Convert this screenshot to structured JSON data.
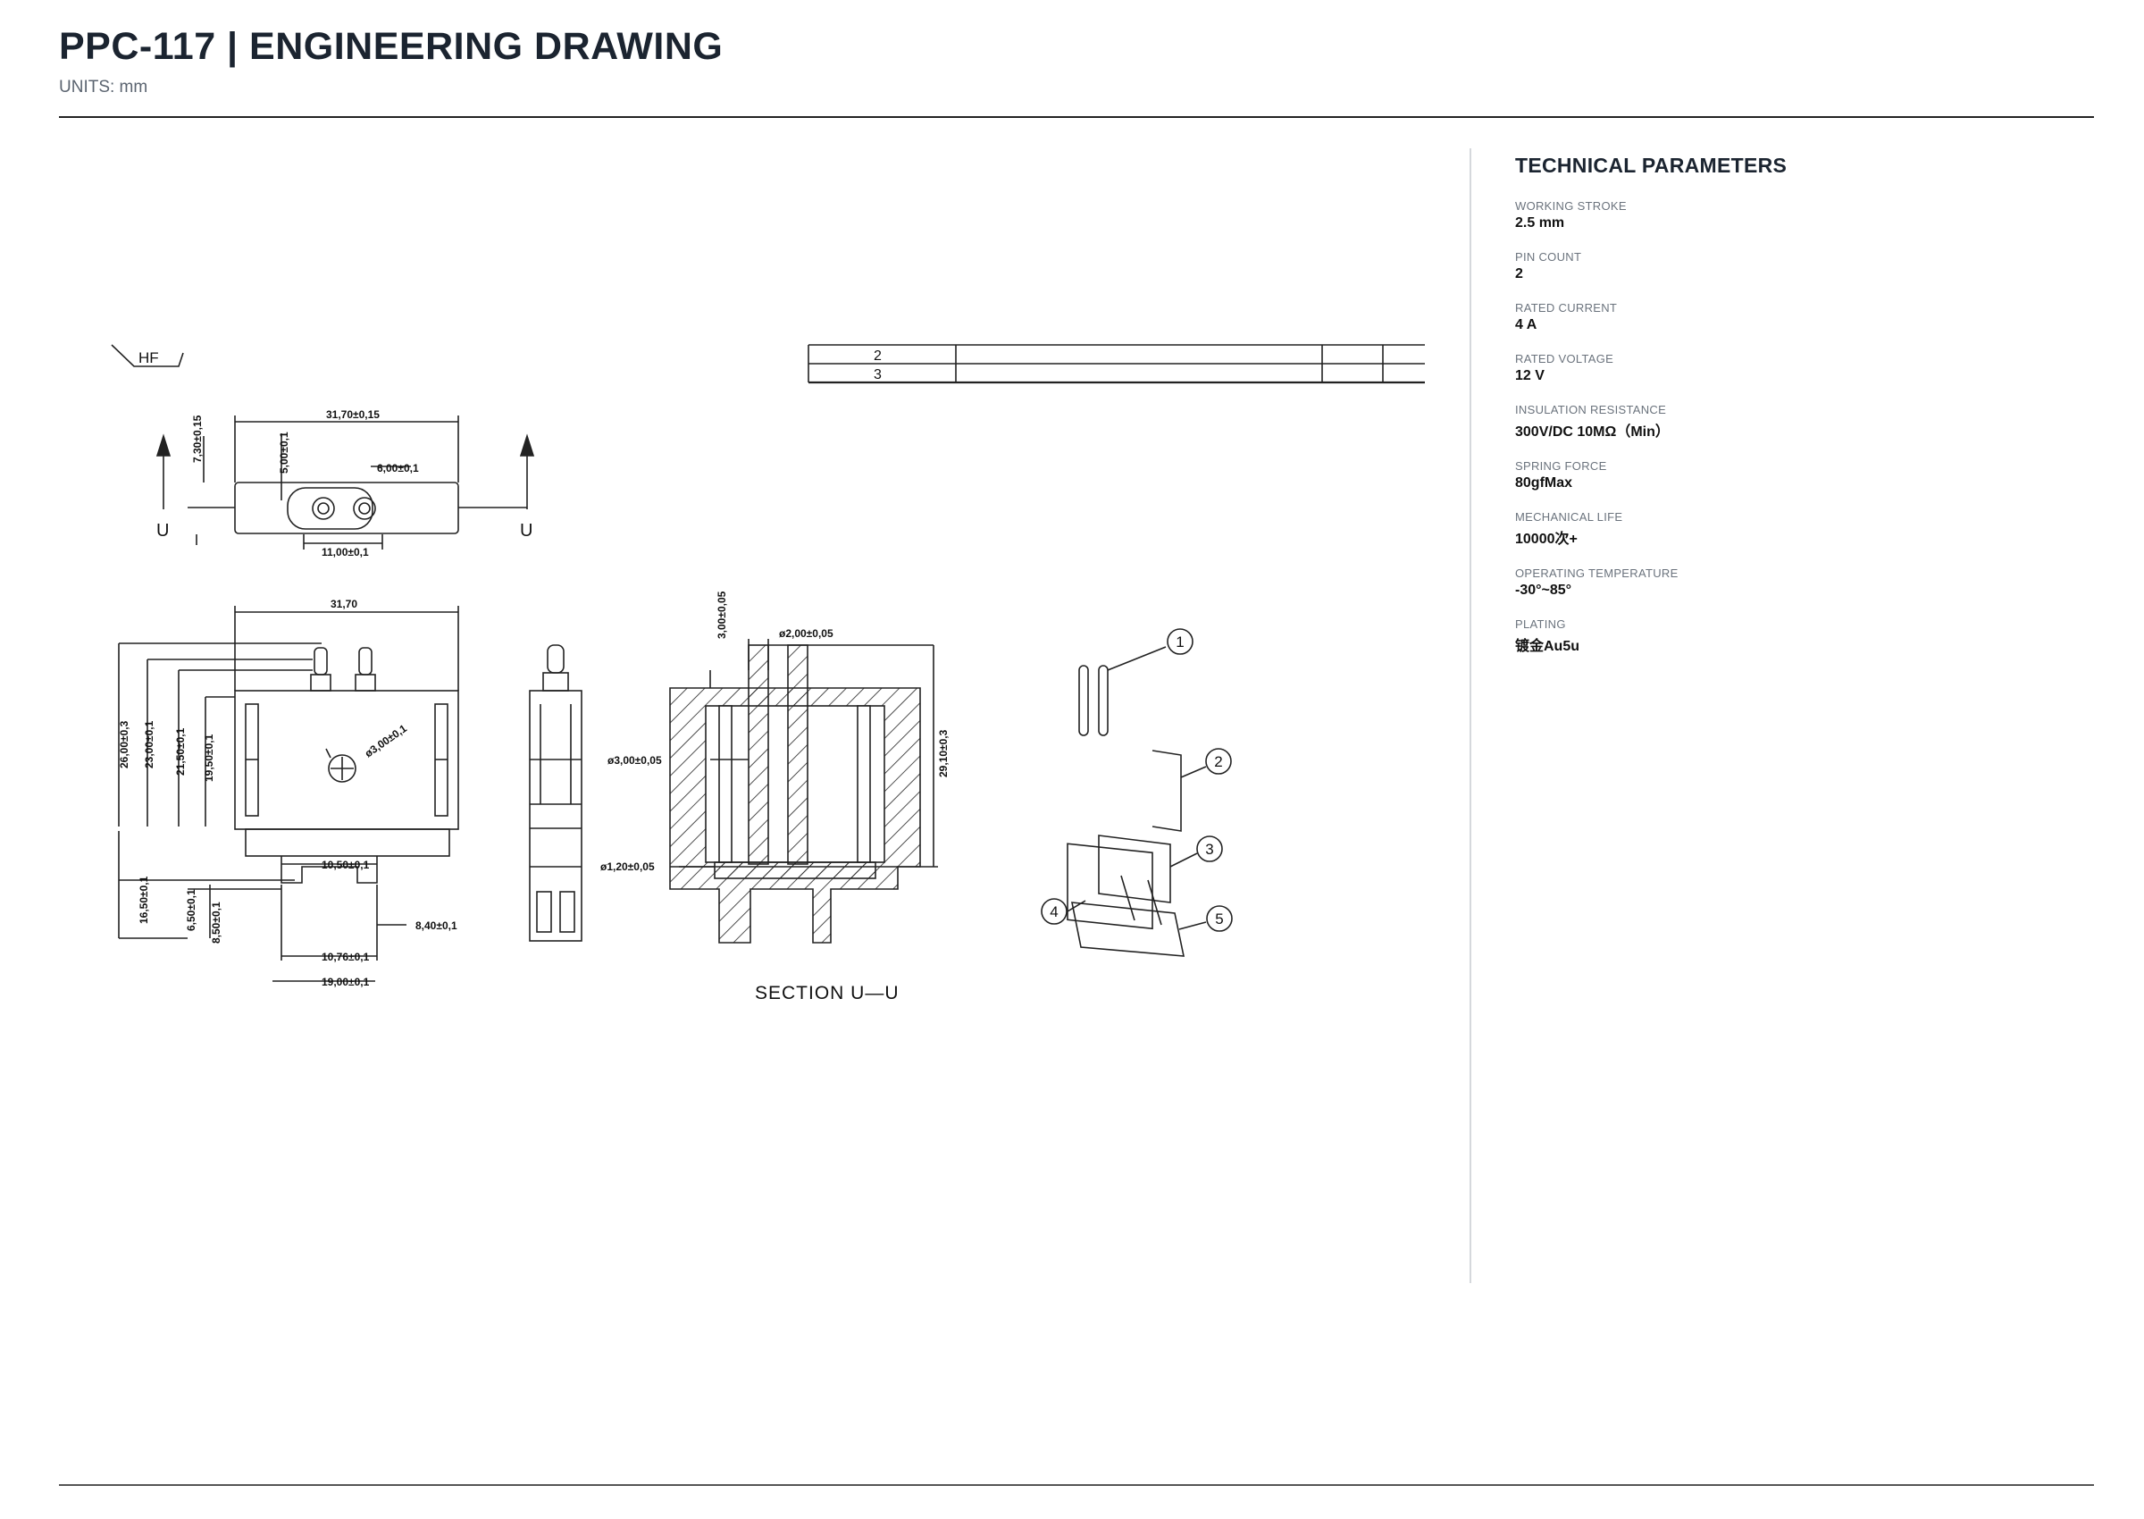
{
  "header": {
    "title": "PPC-117  |  ENGINEERING DRAWING",
    "units": "UNITS: mm"
  },
  "drawing": {
    "top_label": "HF",
    "section_marker": "U",
    "section_caption": "SECTION U—U",
    "table_rows": [
      "2",
      "3"
    ],
    "top_view_dims": {
      "width": "31,70±0,15",
      "offset": "7,30±0,15",
      "hole_offset": "5,00±0,1",
      "pin_pitch": "6,00±0,1",
      "span": "11,00±0,1"
    },
    "front_view_dims": {
      "width": "31,70",
      "h1": "26,00±0,3",
      "h2": "23,00±0,1",
      "h3": "21,50±0,1",
      "h4": "19,50±0,1",
      "hole": "ø3,00±0,1",
      "low": "16,50±0,1",
      "foot1": "10,50±0,1",
      "foot2": "6,50±0,1",
      "foot3": "8,50±0,1",
      "foot4": "8,40±0,1",
      "foot5": "10,76±0,1",
      "foot6": "19,00±0,1"
    },
    "section_dims": {
      "top": "3,00±0,05",
      "pin": "ø2,00±0,05",
      "bore": "ø3,00±0,05",
      "hole": "ø1,20±0,05",
      "height": "29,10±0,3"
    },
    "callouts": [
      "1",
      "2",
      "3",
      "4",
      "5"
    ]
  },
  "parameters": {
    "heading": "TECHNICAL PARAMETERS",
    "items": [
      {
        "label": "WORKING STROKE",
        "value": "2.5 mm"
      },
      {
        "label": "PIN COUNT",
        "value": "2"
      },
      {
        "label": "RATED CURRENT",
        "value": "4 A"
      },
      {
        "label": "RATED VOLTAGE",
        "value": "12 V"
      },
      {
        "label": "INSULATION RESISTANCE",
        "value": "300V/DC 10MΩ（Min）"
      },
      {
        "label": "SPRING FORCE",
        "value": "80gfMax"
      },
      {
        "label": "MECHANICAL LIFE",
        "value": "10000次+"
      },
      {
        "label": "OPERATING TEMPERATURE",
        "value": "-30°~85°"
      },
      {
        "label": "PLATING",
        "value": "镀金Au5u"
      }
    ]
  }
}
